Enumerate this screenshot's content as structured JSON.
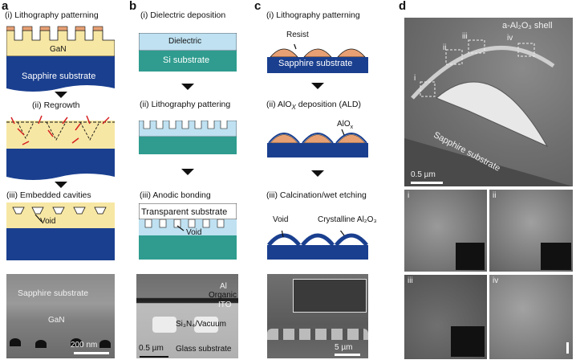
{
  "panels": {
    "a": {
      "letter": "a",
      "step1": "(i) Lithography patterning",
      "step2": "(ii) Regrowth",
      "step3": "(iii) Embedded cavities",
      "gan": "GaN",
      "sapphire": "Sapphire substrate",
      "void": "Void",
      "micro_sapphire": "Sapphire substrate",
      "micro_gan": "GaN",
      "scale": "200 nm"
    },
    "b": {
      "letter": "b",
      "step1": "(i) Dielectric deposition",
      "step2": "(ii) Lithography pattering",
      "step3": "(iii) Anodic bonding",
      "dielectric": "Dielectric",
      "si": "Si substrate",
      "transparent": "Transparent substrate",
      "void": "Void",
      "micro_al": "Al",
      "micro_organic": "Organic",
      "micro_ito": "ITO",
      "micro_sin_vac": "Si₃N₄/Vacuum",
      "micro_scale": "0.5 µm",
      "micro_glass": "Glass substrate"
    },
    "c": {
      "letter": "c",
      "step1": "(i) Lithography patterning",
      "step2": "(ii) AlOX deposition (ALD)",
      "step3": "(iii) Calcination/wet etching",
      "resist": "Resist",
      "sapphire": "Sapphire substrate",
      "alox": "AlOx",
      "void": "Void",
      "crystalline": "Crystalline Al₂O₃",
      "scale": "5 µm"
    },
    "d": {
      "letter": "d",
      "shell": "a-Al₂O₃ shell",
      "sapphire": "Sapphire substrate",
      "scale": "0.5 µm",
      "r1": "i",
      "r2": "ii",
      "r3": "iii",
      "r4": "iv"
    }
  },
  "colors": {
    "gan": "#f7e7a4",
    "sapphire": "#1a3f8f",
    "resist": "#e7a073",
    "dielectric": "#bfe1f1",
    "si": "#2f9c8f",
    "cap": "#e2915f",
    "regrowth_arrow": "#d62020"
  }
}
